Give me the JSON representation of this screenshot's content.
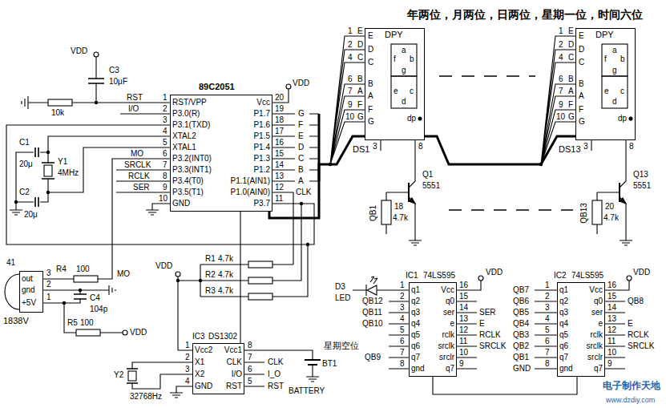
{
  "diagram": {
    "title": "年两位，月两位，日两位，星期一位，时间六位",
    "nodes": [
      {
        "text": [
          "DPY",
          "a",
          "f",
          "g",
          "b",
          "e",
          "c",
          "d",
          "dp",
          "E",
          "D",
          "C",
          "B",
          "A",
          "F",
          "G",
          "DS1"
        ]
      },
      {
        "text": [
          "DPY",
          "a",
          "f",
          "g",
          "b",
          "e",
          "c",
          "d",
          "dp",
          "E",
          "D",
          "C",
          "B",
          "A",
          "F",
          "G",
          "DS13"
        ]
      },
      {
        "text": [
          "89C2051",
          "RST/VPP",
          "P3.0(R)",
          "P3.1(TXD)",
          "XTAL2",
          "XTAL1",
          "P3.2(INT0)",
          "P3.3(INT1)",
          "P3.4(T0)",
          "P3.5(T1)",
          "GND",
          "Vcc",
          "P1.7",
          "P1.6",
          "P1.5",
          "P1.4",
          "P1.3",
          "P1.2",
          "P1.1(AIN1)",
          "P1.0(AIN0)",
          "P3.7"
        ]
      },
      {
        "text": [
          "out",
          "gnd",
          "+5V",
          "1838V"
        ]
      },
      {
        "text": [
          "IC1",
          "74LS595",
          "q1",
          "q2",
          "q3",
          "q4",
          "q5",
          "q6",
          "q7",
          "gnd",
          "Vcc",
          "q0",
          "ser",
          "e",
          "rclk",
          "srclk",
          "srclr",
          "q7"
        ]
      },
      {
        "text": [
          "IC2",
          "74LS595",
          "q1",
          "q2",
          "q3",
          "q4",
          "q5",
          "q6",
          "q7",
          "gnd",
          "Vcc",
          "q0",
          "ser",
          "e",
          "rclk",
          "srclk",
          "srclr",
          "q7"
        ]
      },
      {
        "text": [
          "IC3",
          "DS1302",
          "Vcc2",
          "X1",
          "X2",
          "GND",
          "Vcc1",
          "CLK",
          "I/O",
          "RST"
        ]
      }
    ],
    "edges": [
      {
        "from": 2,
        "to": 0,
        "arrow": "none"
      },
      {
        "from": 0,
        "to": 1,
        "arrow": "none"
      },
      {
        "from": 3,
        "to": 2,
        "arrow": "none"
      },
      {
        "from": 2,
        "to": 6,
        "arrow": "none"
      },
      {
        "from": 4,
        "to": 5,
        "arrow": "none"
      }
    ],
    "labels": [
      "1",
      "E",
      "2",
      "D",
      "4",
      "C",
      "6",
      "B",
      "7",
      "A",
      "9",
      "F",
      "10",
      "G",
      "3",
      "8",
      "1",
      "E",
      "2",
      "D",
      "4",
      "C",
      "6",
      "B",
      "7",
      "A",
      "9",
      "F",
      "10",
      "G",
      "3",
      "8",
      "Q1",
      "5551",
      "18",
      "4.7k",
      "QB1",
      "Q13",
      "5551",
      "20",
      "4.7k",
      "QB13",
      "VDD",
      "20",
      "19",
      "18",
      "17",
      "16",
      "15",
      "14",
      "13",
      "12",
      "11",
      "G",
      "F",
      "E",
      "D",
      "C",
      "B",
      "A",
      "CLK",
      "1",
      "2",
      "3",
      "4",
      "5",
      "6",
      "7",
      "8",
      "9",
      "10",
      "RST",
      "I/O",
      "MO",
      "SRCLK",
      "RCLK",
      "SER",
      "VDD",
      "C3",
      "10μF",
      "10k",
      "C1",
      "20μ",
      "Y1",
      "4MHz",
      "C2",
      "20μ",
      "41",
      "3",
      "2",
      "1",
      "R4",
      "100",
      "MO",
      "C4",
      "104p",
      "R5",
      "100",
      "VDD",
      "R1",
      "4.7k",
      "R2",
      "4.7k",
      "R3",
      "4.7k",
      "VDD",
      "1",
      "2",
      "3",
      "4",
      "8",
      "7",
      "6",
      "5",
      "Y2",
      "32768Hz",
      "CLK",
      "I_O",
      "RST",
      "BT1",
      "BATTERY",
      "D3",
      "LED",
      "QB12",
      "QB11",
      "QB10",
      "星期空位",
      "QB9",
      "1",
      "2",
      "3",
      "4",
      "5",
      "6",
      "7",
      "8",
      "16",
      "15",
      "14",
      "13",
      "12",
      "11",
      "10",
      "9",
      "SER",
      "E",
      "RCLK",
      "SRCLK",
      "VDD",
      "QB7",
      "QB6",
      "QB5",
      "QB4",
      "QB3",
      "QB2",
      "QB1",
      "GND",
      "1",
      "2",
      "3",
      "4",
      "5",
      "6",
      "7",
      "8",
      "16",
      "15",
      "14",
      "13",
      "12",
      "11",
      "10",
      "9",
      "QB8",
      "E",
      "RCLK",
      "SRCLK",
      "VDD",
      "电子制作天地",
      "www.dzdiy.com"
    ]
  }
}
